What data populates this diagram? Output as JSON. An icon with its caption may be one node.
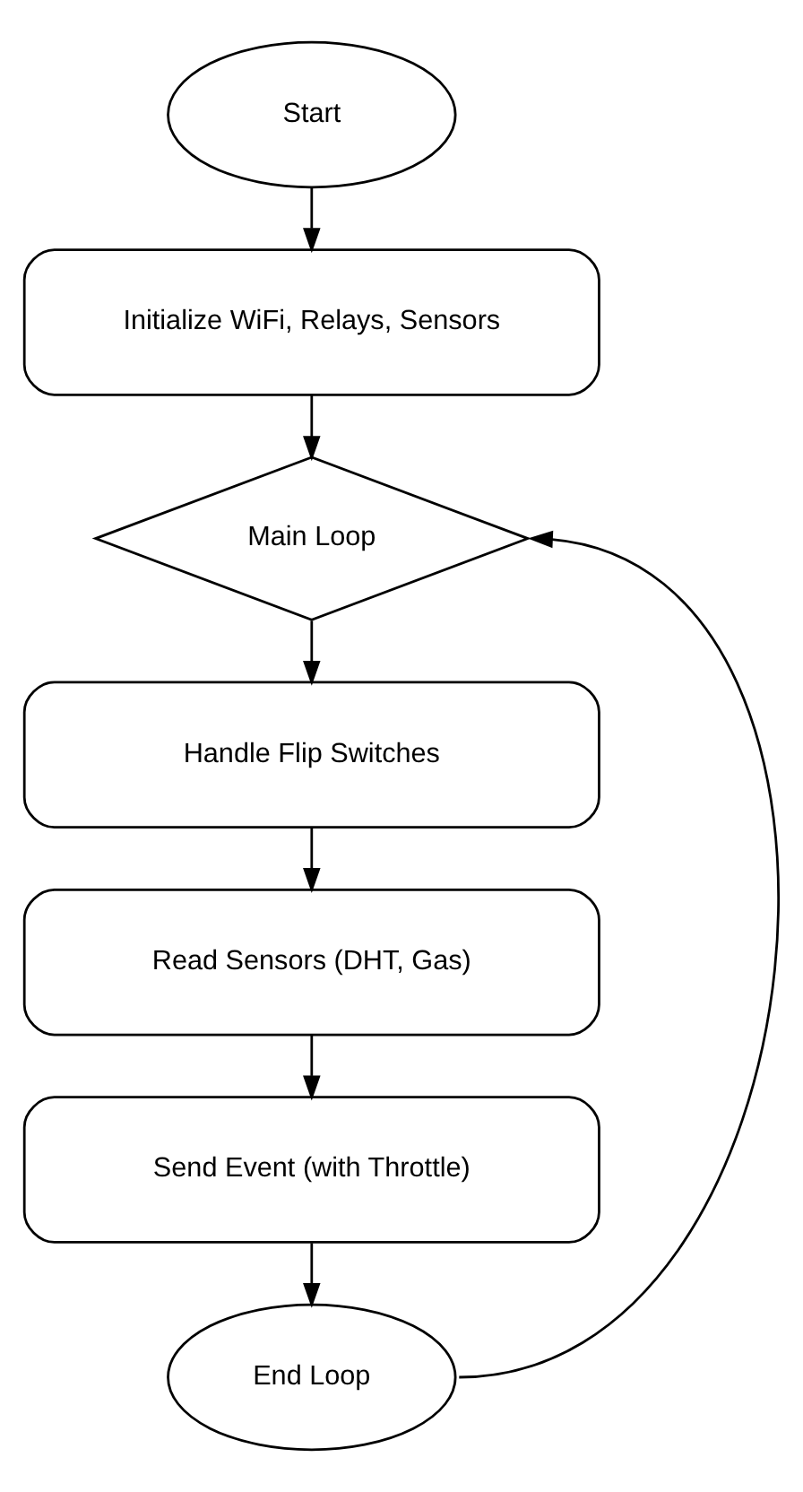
{
  "diagram": {
    "nodes": [
      {
        "text": [
          "Start"
        ]
      },
      {
        "text": [
          "Initialize WiFi, Relays, Sensors"
        ]
      },
      {
        "text": [
          "Main Loop"
        ]
      },
      {
        "text": [
          "Handle Flip Switches"
        ]
      },
      {
        "text": [
          "Read Sensors (DHT, Gas)"
        ]
      },
      {
        "text": [
          "Send Event (with Throttle)"
        ]
      },
      {
        "text": [
          "End Loop"
        ]
      }
    ],
    "edges": [
      {
        "from": 0,
        "to": 1,
        "arrow": "to"
      },
      {
        "from": 1,
        "to": 2,
        "arrow": "to"
      },
      {
        "from": 2,
        "to": 3,
        "arrow": "to"
      },
      {
        "from": 3,
        "to": 4,
        "arrow": "to"
      },
      {
        "from": 4,
        "to": 5,
        "arrow": "to"
      },
      {
        "from": 5,
        "to": 6,
        "arrow": "to"
      },
      {
        "from": 6,
        "to": 2,
        "arrow": "to"
      }
    ]
  }
}
